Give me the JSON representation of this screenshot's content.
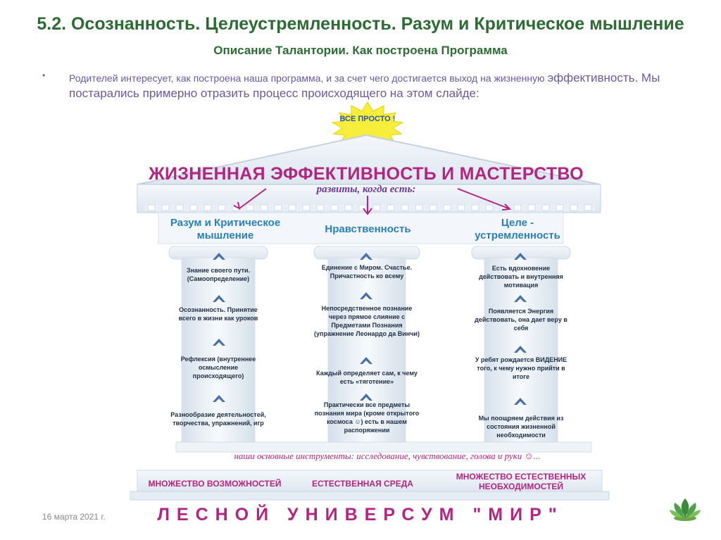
{
  "slide_title": "5.2. Осознанность. Целеустремленность. Разум и Критическое мышление",
  "slide_subtitle": "Описание Талантории. Как построена Программа",
  "intro": {
    "bullet": "•",
    "part1": "Родителей интересует, как построена наша программа, и за счет чего достигается выход на жизненную",
    "part2": "эффективность. Мы постарались примерно отразить процесс происходящего на этом слайде:"
  },
  "sun_label": "ВСЕ ПРОСТО !",
  "temple_heading": "ЖИЗНЕННАЯ ЭФФЕКТИВНОСТЬ И МАСТЕРСТВО",
  "temple_subheading": "развиты, когда есть:",
  "pillars": [
    {
      "title": "Разум и Критическое мышление",
      "steps": [
        "Знание своего пути. (Самоопределение)",
        "Осознанность. Принятие всего в жизни как уроков",
        "Рефлексия (внутреннее осмысление происходящего)",
        "Разнообразие деятельностей, творчества, упражнений, игр"
      ]
    },
    {
      "title": "Нравственность",
      "steps": [
        "Единение с Миром. Счастье. Причастность ко всему",
        "Непосредственное познание через прямое слияние с Предметами Познания (упражнение Леонардо да Винчи)",
        "Каждый определяет сам, к чему есть «тяготение»",
        "Практически все предметы познания мира (кроме открытого космоса ☺) есть в нашем распоряжении"
      ]
    },
    {
      "title": "Целе - устремленность",
      "steps": [
        "Есть вдохновение действовать и внутренняя мотивация",
        "Появляется Энергия действовать, она дает веру в себя",
        "У ребят рождается ВИДЕНИЕ того, к чему нужно прийти в итоге",
        "Мы поощряем действия из состояния жизненной необходимости"
      ]
    }
  ],
  "tools_line": "наши основные инструменты: исследование, чувствование, голова и руки ☺...",
  "base_labels": [
    "МНОЖЕСТВО ВОЗМОЖНОСТЕЙ",
    "ЕСТЕСТВЕННАЯ СРЕДА",
    "МНОЖЕСТВО ЕСТЕСТВЕННЫХ НЕОБХОДИМОСТЕЙ"
  ],
  "forest_name": "ЛЕСНОЙ УНИВЕРСУМ \"МИР\"",
  "date": "16 марта 2021 г.",
  "colors": {
    "title_green": "#2d6b34",
    "magenta": "#b22580",
    "pillar_blue": "#2a7fb8",
    "arrow_blue": "#4a6fa8",
    "intro_purple": "#6a5a9a",
    "sun_yellow": "#f6ee3a"
  }
}
